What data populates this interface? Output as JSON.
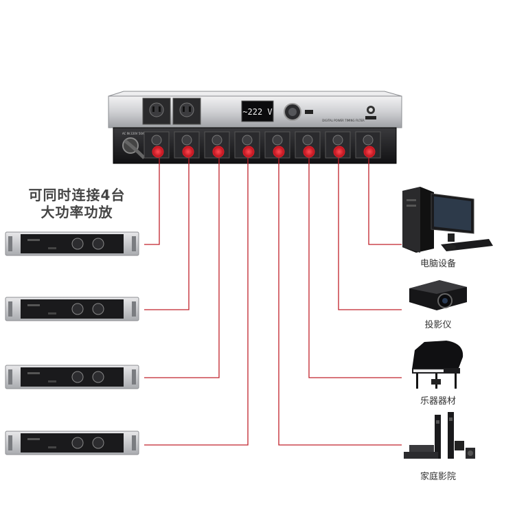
{
  "headline": {
    "line1": "可同时连接4台",
    "line2": "大功率功放"
  },
  "sequencer": {
    "display_value": "~222 V",
    "panel_text": "DIGITAL POWER TIMING FILTER",
    "rear_label": "AC IN 220V 50/60Hz"
  },
  "devices": [
    {
      "label": "电脑设备",
      "icon": "computer-icon"
    },
    {
      "label": "投影仪",
      "icon": "projector-icon"
    },
    {
      "label": "乐器器材",
      "icon": "piano-icon"
    },
    {
      "label": "家庭影院",
      "icon": "home-theater-icon"
    }
  ],
  "colors": {
    "connector_red": "#e0202c",
    "wire_red": "#c0202a",
    "chassis_dark": "#1c1c1e",
    "panel_silver": "#d9dadc"
  }
}
